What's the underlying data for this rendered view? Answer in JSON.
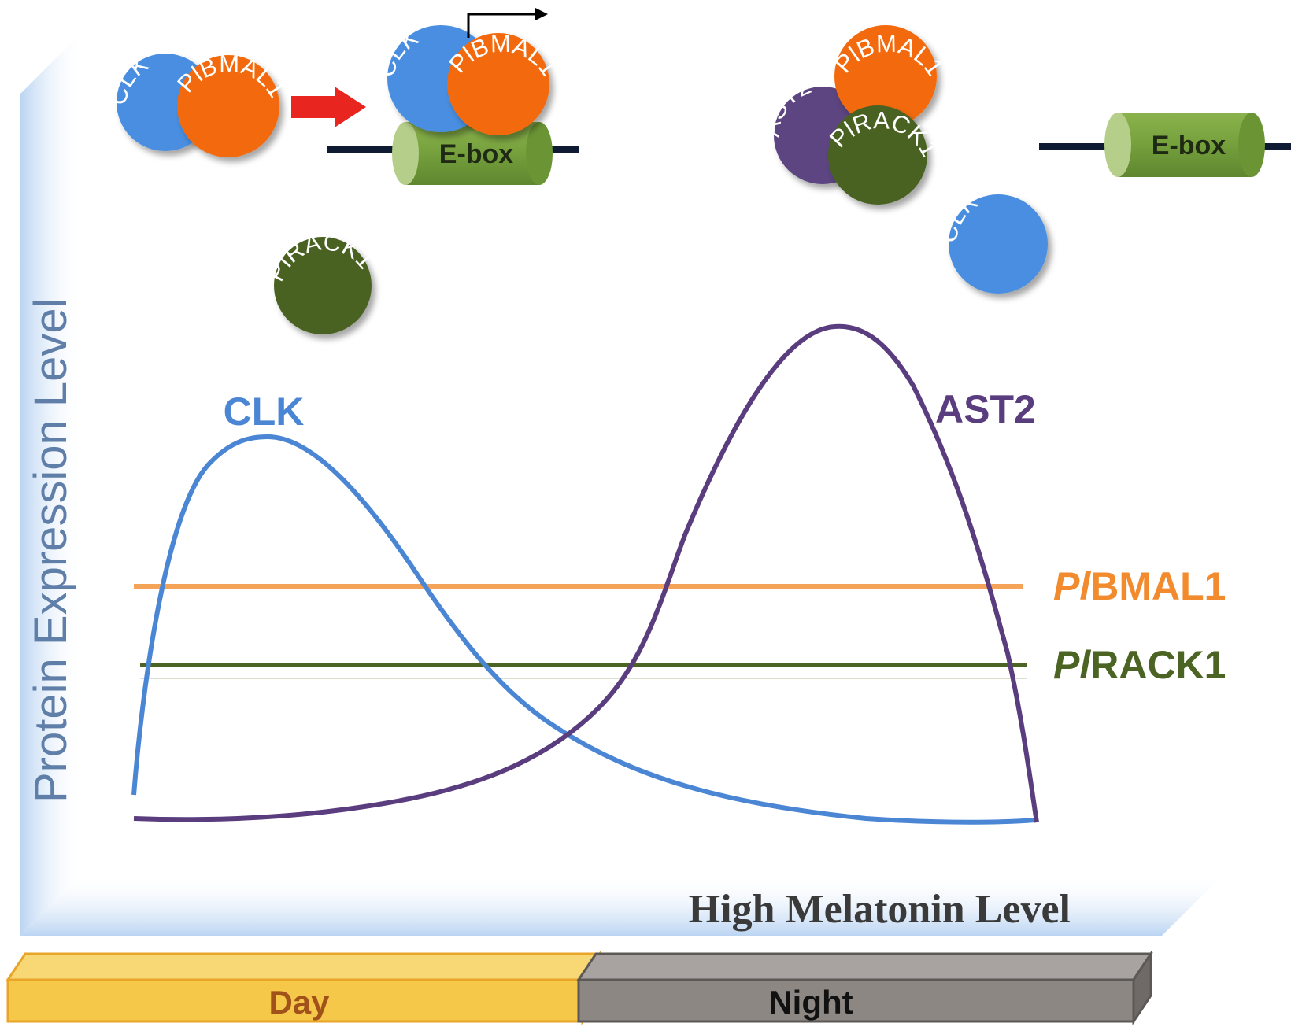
{
  "axes": {
    "y_label": "Protein Expression Level",
    "x_label": "High Melatonin Level"
  },
  "proteins": {
    "clk": "CLK",
    "bmal1": "PlBMAL1",
    "rack1": "PlRACK1",
    "ast2": "AST2"
  },
  "ebox": "E-box",
  "curves": {
    "clk": {
      "label": "CLK",
      "color": "#4a86d4"
    },
    "ast2": {
      "label": "AST2",
      "color": "#5a3d7e"
    }
  },
  "levels": {
    "bmal1": {
      "italic": "Pl",
      "rest": "BMAL1",
      "color": "#f28a2e"
    },
    "rack1": {
      "italic": "Pl",
      "rest": "RACK1",
      "color": "#4b6423"
    }
  },
  "phases": {
    "day": "Day",
    "night": "Night"
  },
  "colors": {
    "clk": "#4a8ee0",
    "bmal1": "#f26b0f",
    "rack1": "#4a6223",
    "ast2": "#5b4480",
    "ebox_body": "#7aa23f",
    "arrow": "#e8251f",
    "day_bar": "#f5c84a",
    "night_bar": "#8d8784"
  }
}
